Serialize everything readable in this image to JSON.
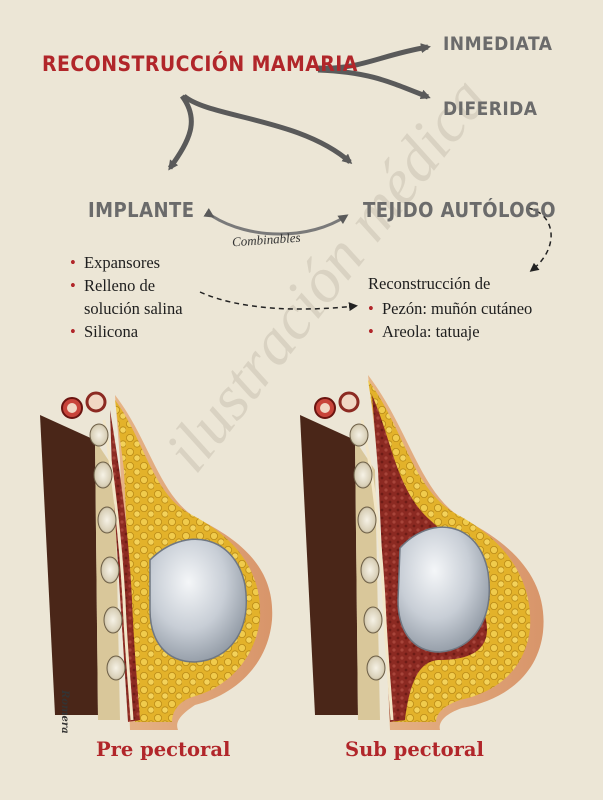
{
  "diagram": {
    "title": "RECONSTRUCCIÓN MAMARIA",
    "timing_branches": [
      "INMEDIATA",
      "DIFERIDA"
    ],
    "types": {
      "implant": {
        "label": "IMPLANTE",
        "items": [
          "Expansores",
          "Relleno de",
          "solución salina",
          "Silicona"
        ]
      },
      "autologous": {
        "label": "TEJIDO AUTÓLOGO"
      }
    },
    "combinable_label": "Combinables",
    "nipple_reconstruction": {
      "title": "Reconstrucción de",
      "items": [
        "Pezón: muñón cutáneo",
        "Areola: tatuaje"
      ]
    }
  },
  "illustrations": {
    "left_caption": "Pre pectoral",
    "right_caption": "Sub pectoral",
    "artist_signature": "Romera"
  },
  "watermark": "ilustración médica",
  "colors": {
    "background": "#ece6d6",
    "accent_red": "#b1262a",
    "branch_gray": "#6b6b6b",
    "arrow_gray": "#5a5a5a",
    "fat_yellow": "#e5b62a",
    "muscle_red": "#8c2a22",
    "implant_gray": "#c9cfd6"
  }
}
